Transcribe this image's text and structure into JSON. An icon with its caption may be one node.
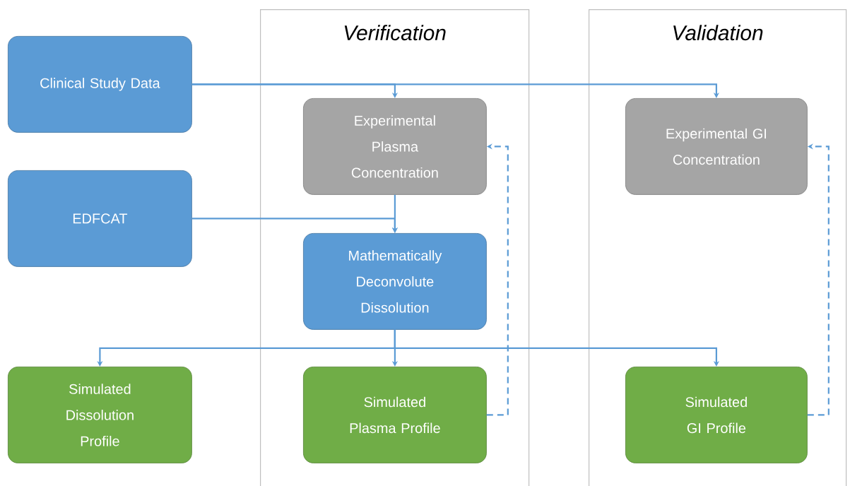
{
  "diagram": {
    "nodes": [
      {
        "text": [
          "Verification"
        ]
      },
      {
        "text": [
          "Validation"
        ]
      },
      {
        "text": [
          "Clinical Study Data"
        ]
      },
      {
        "text": [
          "Experimental Plasma Concentration"
        ],
        "in": 0
      },
      {
        "text": [
          "Experimental GI Concentration"
        ],
        "in": 1
      },
      {
        "text": [
          "EDFCAT"
        ]
      },
      {
        "text": [
          "Mathematically Deconvolute Dissolution"
        ],
        "in": 0
      },
      {
        "text": [
          "Simulated Dissolution Profile"
        ]
      },
      {
        "text": [
          "Simulated Plasma Profile"
        ],
        "in": 0
      },
      {
        "text": [
          "Simulated GI Profile"
        ],
        "in": 1
      }
    ],
    "edges": [
      {
        "from": 2,
        "to": 3,
        "arrow": "to"
      },
      {
        "from": 2,
        "to": 4,
        "arrow": "to"
      },
      {
        "from": 3,
        "to": 6,
        "arrow": "to"
      },
      {
        "from": 5,
        "to": 6,
        "arrow": "to"
      },
      {
        "from": 6,
        "to": 7,
        "arrow": "to"
      },
      {
        "from": 6,
        "to": 8,
        "arrow": "to"
      },
      {
        "from": 6,
        "to": 9,
        "arrow": "to"
      },
      {
        "from": 8,
        "to": 3,
        "arrow": "to",
        "style": "dashed"
      },
      {
        "from": 9,
        "to": 4,
        "arrow": "to",
        "style": "dashed"
      }
    ]
  }
}
